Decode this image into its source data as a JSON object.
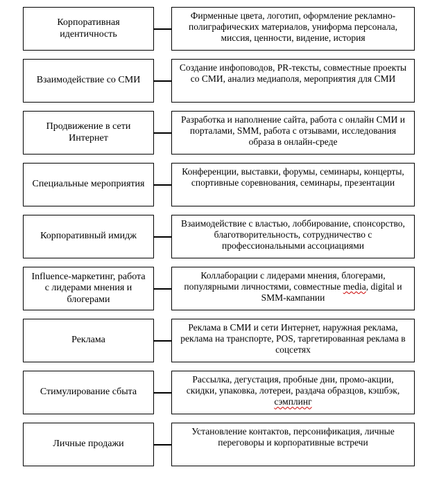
{
  "page": {
    "background_color": "#ffffff",
    "box_border_color": "#000000",
    "text_color": "#000000",
    "misspell_underline_color": "#cc0000"
  },
  "diagram": {
    "rows": [
      {
        "label": "Корпоративная идентичность",
        "description": "Фирменные цвета, логотип, оформление рекламно-полиграфических материалов, униформа персонала, миссия, ценности, видение, история"
      },
      {
        "label": "Взаимодействие со СМИ",
        "description": "Создание инфоповодов, PR-тексты, совместные проекты со СМИ, анализ медиаполя, мероприятия для СМИ"
      },
      {
        "label": "Продвижение в сети Интернет",
        "description": "Разработка и наполнение сайта, работа с онлайн СМИ и порталами, SMM, работа с отзывами, исследования образа в онлайн-среде"
      },
      {
        "label": "Специальные мероприятия",
        "description": "Конференции, выставки, форумы, семинары, концерты, спортивные соревнования, семинары, презентации"
      },
      {
        "label": "Корпоративный имидж",
        "description": "Взаимодействие с властью, лоббирование, спонсорство, благотворительность, сотрудничество с профессиональными ассоциациями"
      },
      {
        "label": "Influence-маркетинг, работа с лидерами мнения и блогерами",
        "description_pre": "Коллаборации с лидерами мнения, блогерами, популярными личностями, совместные ",
        "misspelled_word": "media",
        "description_post": ", digital и SMM-кампании"
      },
      {
        "label": "Реклама",
        "description": "Реклама в СМИ и сети Интернет, наружная реклама, реклама на транспорте, POS, таргетированная реклама в соцсетях"
      },
      {
        "label": "Стимулирование сбыта",
        "description_pre": "Рассылка, дегустация, пробные дни, промо-акции, скидки, упаковка, лотереи, раздача образцов, кэшбэк, ",
        "misspelled_word": "сэмплинг",
        "description_post": ""
      },
      {
        "label": "Личные продажи",
        "description": "Установление контактов, персонификация, личные переговоры и корпоративные встречи"
      }
    ]
  }
}
